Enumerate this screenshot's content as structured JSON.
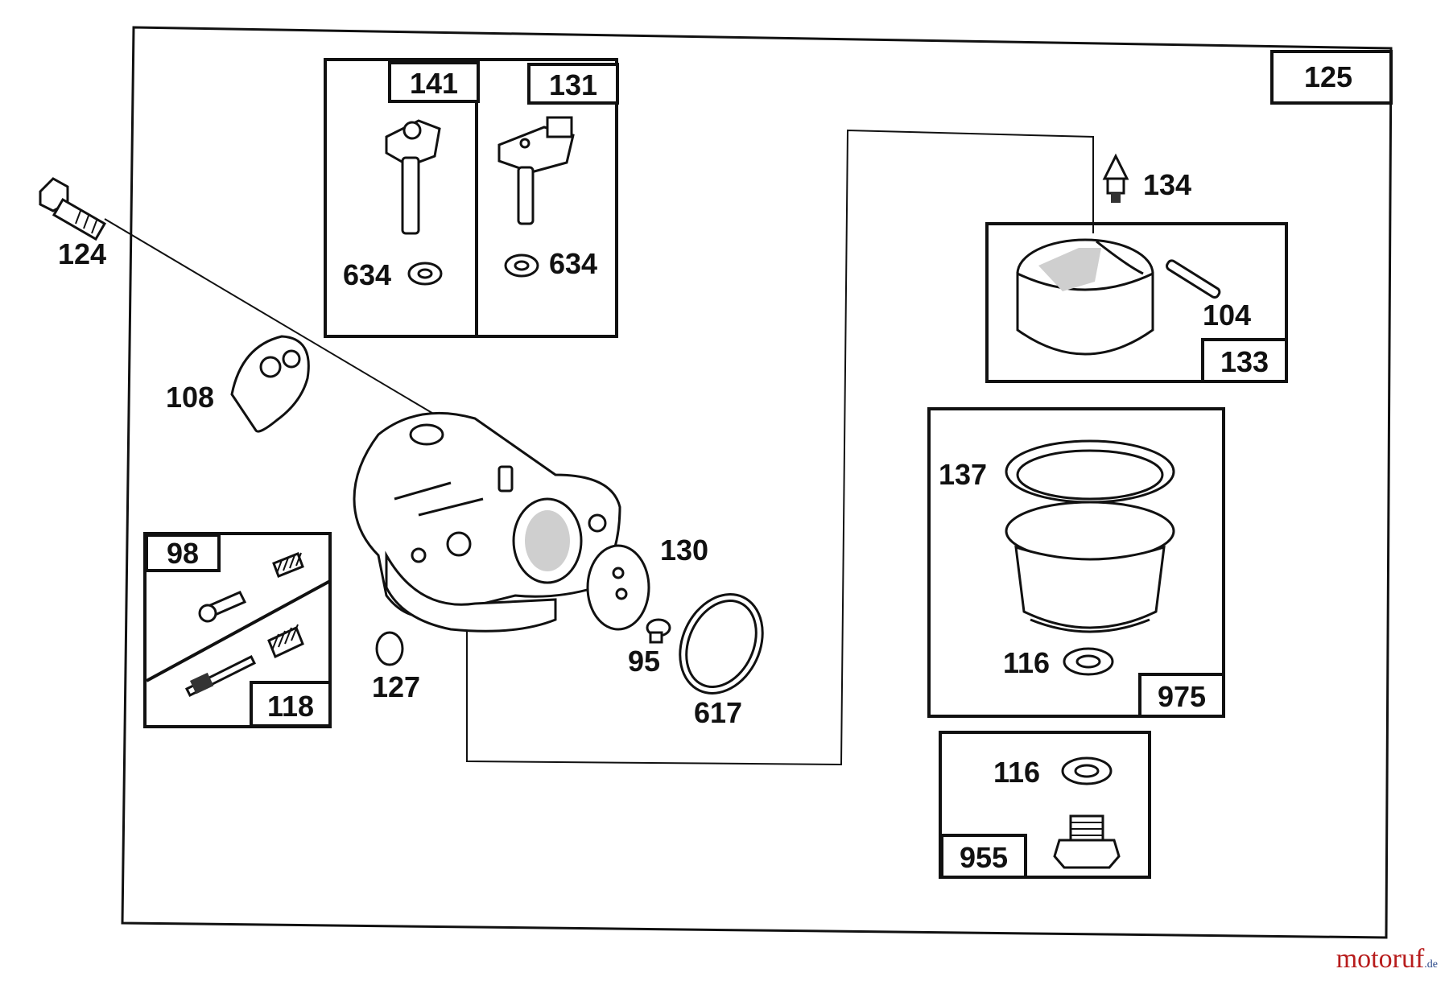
{
  "diagram": {
    "labels": {
      "box125": "125",
      "box141": "141",
      "box131": "131",
      "washer634a": "634",
      "washer634b": "634",
      "bolt124": "124",
      "plate108": "108",
      "box98": "98",
      "box118": "118",
      "plug127": "127",
      "gasket130": "130",
      "screw95": "95",
      "oring617": "617",
      "needle134": "134",
      "pin104": "104",
      "box133": "133",
      "gasket137": "137",
      "washer116a": "116",
      "box975": "975",
      "washer116b": "116",
      "box955": "955"
    }
  },
  "watermark": {
    "main": "motoruf",
    "suffix": ".de"
  }
}
